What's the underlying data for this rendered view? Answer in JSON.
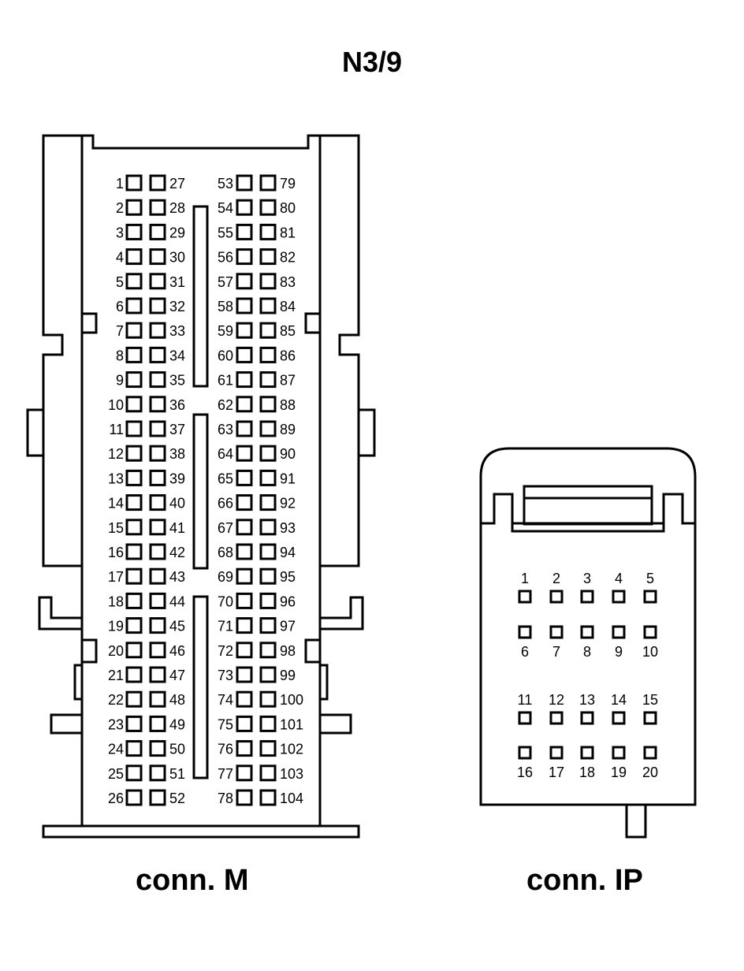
{
  "title": "N3/9",
  "connectors": {
    "m": {
      "label": "conn. M",
      "columns": [
        {
          "pins": [
            "1",
            "2",
            "3",
            "4",
            "5",
            "6",
            "7",
            "8",
            "9",
            "10",
            "11",
            "12",
            "13",
            "14",
            "15",
            "16",
            "17",
            "18",
            "19",
            "20",
            "21",
            "22",
            "23",
            "24",
            "25",
            "26"
          ]
        },
        {
          "pins": [
            "27",
            "28",
            "29",
            "30",
            "31",
            "32",
            "33",
            "34",
            "35",
            "36",
            "37",
            "38",
            "39",
            "40",
            "41",
            "42",
            "43",
            "44",
            "45",
            "46",
            "47",
            "48",
            "49",
            "50",
            "51",
            "52"
          ]
        },
        {
          "pins": [
            "53",
            "54",
            "55",
            "56",
            "57",
            "58",
            "59",
            "60",
            "61",
            "62",
            "63",
            "64",
            "65",
            "66",
            "67",
            "68",
            "69",
            "70",
            "71",
            "72",
            "73",
            "74",
            "75",
            "76",
            "77",
            "78"
          ]
        },
        {
          "pins": [
            "79",
            "80",
            "81",
            "82",
            "83",
            "84",
            "85",
            "86",
            "87",
            "88",
            "89",
            "90",
            "91",
            "92",
            "93",
            "94",
            "95",
            "96",
            "97",
            "98",
            "99",
            "100",
            "101",
            "102",
            "103",
            "104"
          ]
        }
      ]
    },
    "ip": {
      "label": "conn. IP",
      "rows": [
        {
          "pins": [
            "1",
            "2",
            "3",
            "4",
            "5"
          ],
          "label_side": "above"
        },
        {
          "pins": [
            "6",
            "7",
            "8",
            "9",
            "10"
          ],
          "label_side": "below"
        },
        {
          "pins": [
            "11",
            "12",
            "13",
            "14",
            "15"
          ],
          "label_side": "above"
        },
        {
          "pins": [
            "16",
            "17",
            "18",
            "19",
            "20"
          ],
          "label_side": "below"
        }
      ]
    }
  }
}
